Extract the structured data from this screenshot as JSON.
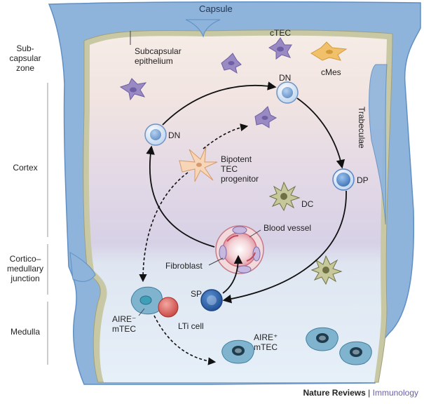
{
  "labels": {
    "capsule": "Capsule",
    "trabeculae": "Trabeculae",
    "subcapsular_epithelium": "Subcapsular\nepithelium",
    "ctec": "cTEC",
    "cmes": "cMes",
    "dn_left": "DN",
    "dn_top": "DN",
    "dp": "DP",
    "dc": "DC",
    "bipotent": "Bipotent\nTEC\nprogenitor",
    "blood_vessel": "Blood vessel",
    "fibroblast": "Fibroblast",
    "sp": "SP",
    "aire_neg": "AIRE⁻\nmTEC",
    "lti": "LTi cell",
    "aire_pos": "AIRE⁺\nmTEC"
  },
  "zones": [
    {
      "name": "Sub-\ncapsular\nzone"
    },
    {
      "name": "Cortex"
    },
    {
      "name": "Cortico–\nmedullary\njunction"
    },
    {
      "name": "Medulla"
    }
  ],
  "credit": {
    "publisher": "Nature Reviews",
    "separator": "|",
    "journal": "Immunology"
  },
  "colors": {
    "capsule": "#8fb4dc",
    "capsule_dark": "#5f8fc4",
    "subcapsular": "#f4e9e4",
    "cortex": "#d9d3e6",
    "medulla": "#e3eef8",
    "ctec": "#9a8ac4",
    "cmes": "#f1c06a",
    "thymocyte": "#4d86c6",
    "lti": "#d9615e",
    "mtec": "#7fb3ce",
    "arrow": "#111111"
  }
}
